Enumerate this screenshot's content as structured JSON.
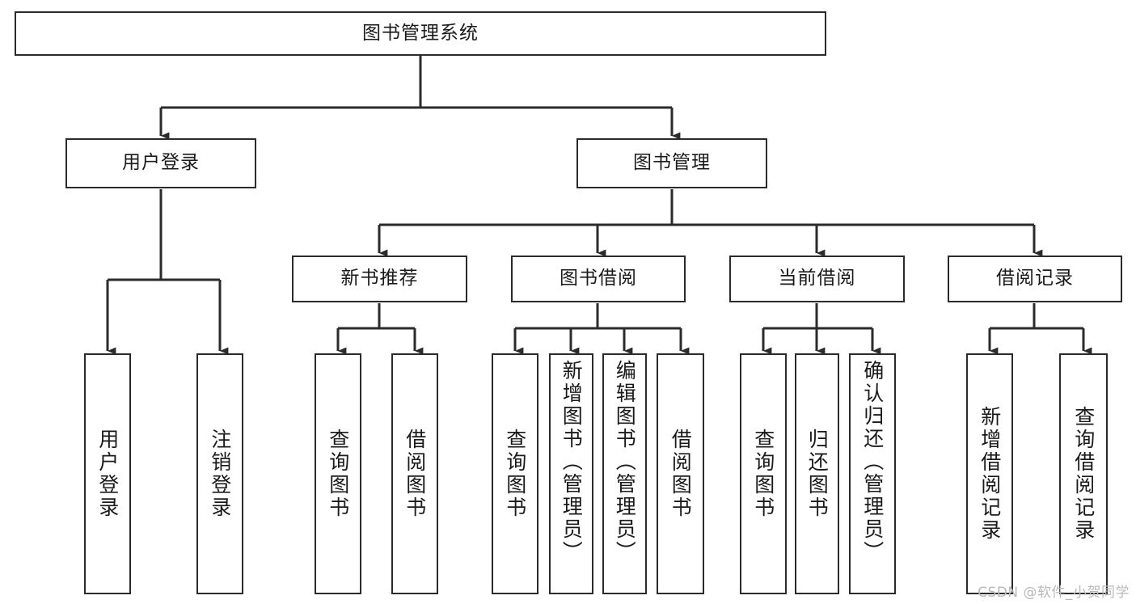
{
  "diagram": {
    "title": "图书管理系统",
    "watermark": "CSDN @软件_小贺同学",
    "line_color": "#2b2b2b",
    "box_fill": "#ffffff",
    "text_color": "#1a1a1a",
    "levels": {
      "root": "图书管理系统",
      "level2": [
        "用户登录",
        "图书管理"
      ],
      "level3": [
        "新书推荐",
        "图书借阅",
        "当前借阅",
        "借阅记录"
      ],
      "leaves": [
        "用户登录",
        "注销登录",
        "查询图书",
        "借阅图书",
        "查询图书",
        "新增图书（管理员）",
        "编辑图书（管理员）",
        "借阅图书",
        "查询图书",
        "归还图书",
        "确认归还（管理员）",
        "新增借阅记录",
        "查询借阅记录"
      ]
    },
    "nodes": {
      "root": {
        "label": "图书管理系统"
      },
      "user_login": {
        "label": "用户登录"
      },
      "book_manage": {
        "label": "图书管理"
      },
      "new_book_rec": {
        "label": "新书推荐"
      },
      "book_borrow": {
        "label": "图书借阅"
      },
      "current_borrow": {
        "label": "当前借阅"
      },
      "borrow_record": {
        "label": "借阅记录"
      },
      "leaf_user_login": {
        "label": "用户登录"
      },
      "leaf_logout": {
        "label": "注销登录"
      },
      "leaf_query_book_1": {
        "label": "查询图书"
      },
      "leaf_borrow_book_1": {
        "label": "借阅图书"
      },
      "leaf_query_book_2": {
        "label": "查询图书"
      },
      "leaf_add_book_admin": {
        "label": "新增图书（管理员）"
      },
      "leaf_edit_book_admin": {
        "label": "编辑图书（管理员）"
      },
      "leaf_borrow_book_2": {
        "label": "借阅图书"
      },
      "leaf_query_book_3": {
        "label": "查询图书"
      },
      "leaf_return_book": {
        "label": "归还图书"
      },
      "leaf_confirm_return_admin": {
        "label": "确认归还（管理员）"
      },
      "leaf_add_borrow_record": {
        "label": "新增借阅记录"
      },
      "leaf_query_borrow_record": {
        "label": "查询借阅记录"
      }
    }
  }
}
